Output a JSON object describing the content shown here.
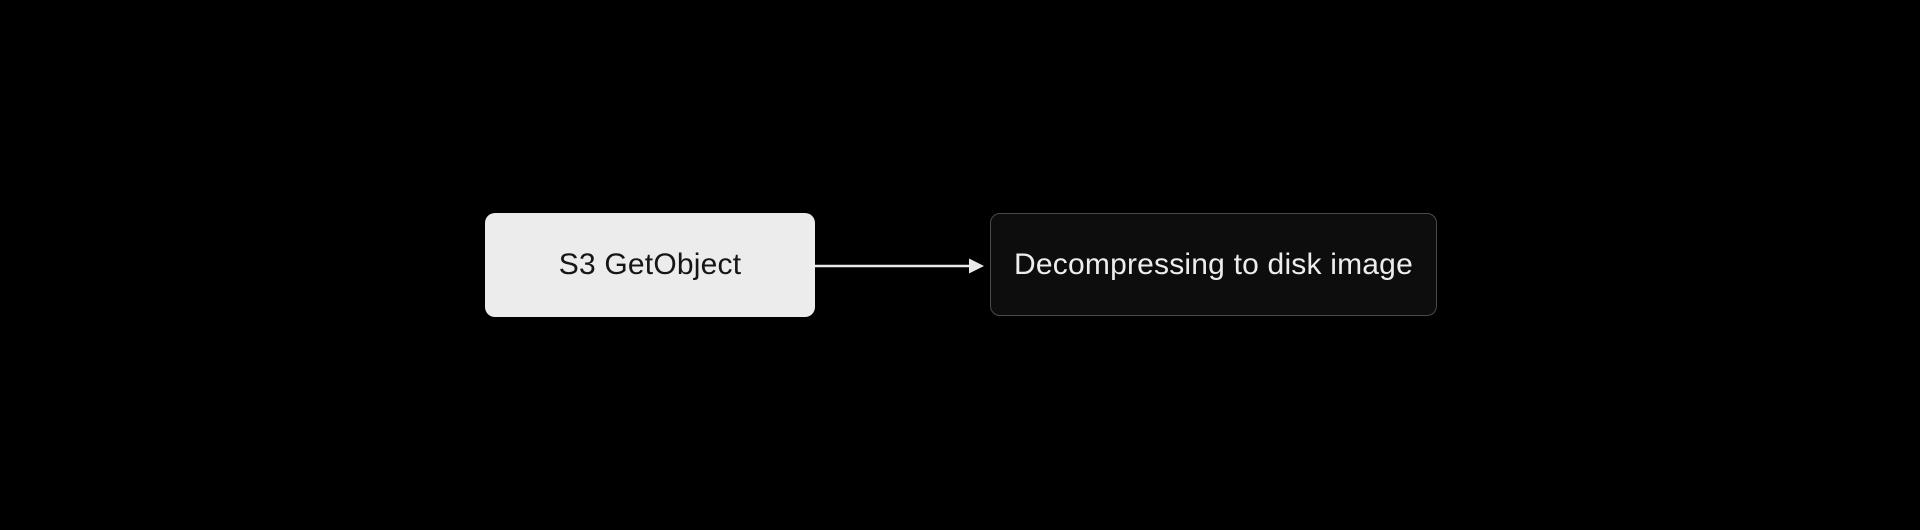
{
  "diagram": {
    "background_color": "#000000",
    "nodes": [
      {
        "id": "s3-getobject",
        "label": "S3 GetObject",
        "style": "light",
        "fill_color": "#ececec",
        "text_color": "#161616"
      },
      {
        "id": "decompressing-to-disk-image",
        "label": "Decompressing to disk image",
        "style": "dark",
        "fill_color": "#0d0d0d",
        "border_color": "#4a4a4a",
        "text_color": "#ededed"
      }
    ],
    "edges": [
      {
        "from": "s3-getobject",
        "to": "decompressing-to-disk-image",
        "direction": "right",
        "color": "#e9e9e9"
      }
    ]
  }
}
